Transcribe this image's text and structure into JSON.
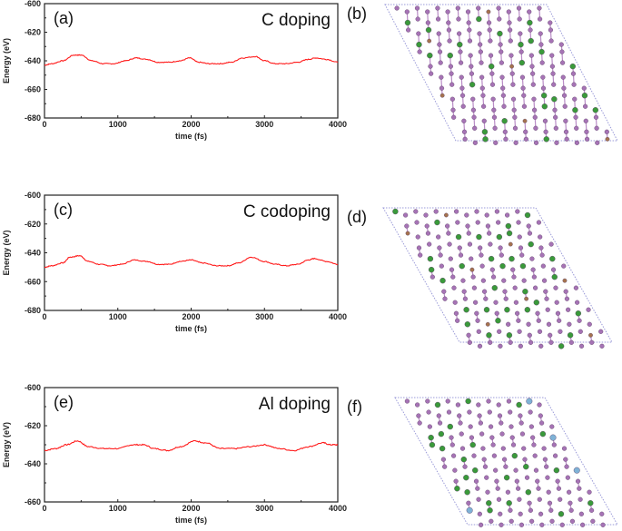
{
  "figure": {
    "colors": {
      "line": "#ff1a1a",
      "axis": "#222222",
      "atom_host": "#a673b5",
      "bond_host": "#b98cc6",
      "atom_green": "#3a9a3a",
      "atom_carbon": "#a5734d",
      "atom_al": "#7fb2d6",
      "cell_border": "#9a9ad8"
    }
  },
  "panels": [
    {
      "label": "(a)",
      "annotation": "C doping"
    },
    {
      "label": "(b)"
    },
    {
      "label": "(c)",
      "annotation": "C codoping"
    },
    {
      "label": "(d)"
    },
    {
      "label": "(e)",
      "annotation": "Al doping"
    },
    {
      "label": "(f)"
    }
  ],
  "chart_data": [
    {
      "type": "line",
      "panel": "(a)",
      "title": "C doping",
      "xlabel": "time (fs)",
      "ylabel": "Energy (eV)",
      "xlim": [
        0,
        4000
      ],
      "ylim": [
        -680,
        -600
      ],
      "xticks": [
        "0",
        "1000",
        "2000",
        "3000",
        "4000"
      ],
      "yticks": [
        "-600",
        "-620",
        "-640",
        "-660",
        "-680"
      ],
      "grid": false,
      "series": [
        {
          "name": "Energy",
          "x": [
            0,
            100,
            250,
            400,
            500,
            650,
            800,
            950,
            1100,
            1250,
            1400,
            1550,
            1700,
            1850,
            1980,
            2100,
            2250,
            2400,
            2550,
            2700,
            2880,
            3000,
            3150,
            3300,
            3450,
            3600,
            3700,
            3850,
            4000
          ],
          "y": [
            -643,
            -642,
            -640,
            -636,
            -636,
            -640,
            -642,
            -642,
            -640,
            -638,
            -639,
            -641,
            -641,
            -640,
            -638,
            -641,
            -642,
            -642,
            -641,
            -638,
            -637,
            -640,
            -642,
            -642,
            -641,
            -639,
            -638,
            -639,
            -641
          ]
        }
      ]
    },
    {
      "type": "line",
      "panel": "(c)",
      "title": "C codoping",
      "xlabel": "time (fs)",
      "ylabel": "Energy (eV)",
      "xlim": [
        0,
        4000
      ],
      "ylim": [
        -680,
        -600
      ],
      "xticks": [
        "0",
        "1000",
        "2000",
        "3000",
        "4000"
      ],
      "yticks": [
        "-600",
        "-620",
        "-640",
        "-660",
        "-680"
      ],
      "grid": false,
      "series": [
        {
          "name": "Energy",
          "x": [
            0,
            100,
            250,
            350,
            480,
            600,
            750,
            900,
            1050,
            1220,
            1400,
            1550,
            1700,
            1850,
            2000,
            2150,
            2350,
            2500,
            2650,
            2820,
            3000,
            3150,
            3300,
            3450,
            3600,
            3680,
            3850,
            4000
          ],
          "y": [
            -650,
            -649,
            -647,
            -643,
            -642,
            -646,
            -648,
            -649,
            -648,
            -645,
            -646,
            -648,
            -648,
            -646,
            -645,
            -647,
            -649,
            -649,
            -647,
            -643,
            -646,
            -648,
            -649,
            -648,
            -645,
            -644,
            -646,
            -648
          ]
        }
      ]
    },
    {
      "type": "line",
      "panel": "(e)",
      "title": "Al doping",
      "xlabel": "time (fs)",
      "ylabel": "Energy (eV)",
      "xlim": [
        0,
        4000
      ],
      "ylim": [
        -660,
        -600
      ],
      "xticks": [
        "0",
        "1000",
        "2000",
        "3000",
        "4000"
      ],
      "yticks": [
        "-600",
        "-620",
        "-640",
        "-660"
      ],
      "grid": false,
      "series": [
        {
          "name": "Energy",
          "x": [
            0,
            150,
            300,
            450,
            600,
            800,
            1000,
            1200,
            1350,
            1500,
            1680,
            1850,
            2050,
            2200,
            2400,
            2600,
            2800,
            3000,
            3200,
            3400,
            3600,
            3800,
            3900,
            4000
          ],
          "y": [
            -633,
            -632,
            -630,
            -628,
            -631,
            -632,
            -632,
            -630,
            -630,
            -632,
            -633,
            -631,
            -628,
            -629,
            -632,
            -632,
            -631,
            -630,
            -632,
            -633,
            -631,
            -629,
            -630,
            -630
          ]
        }
      ]
    }
  ]
}
